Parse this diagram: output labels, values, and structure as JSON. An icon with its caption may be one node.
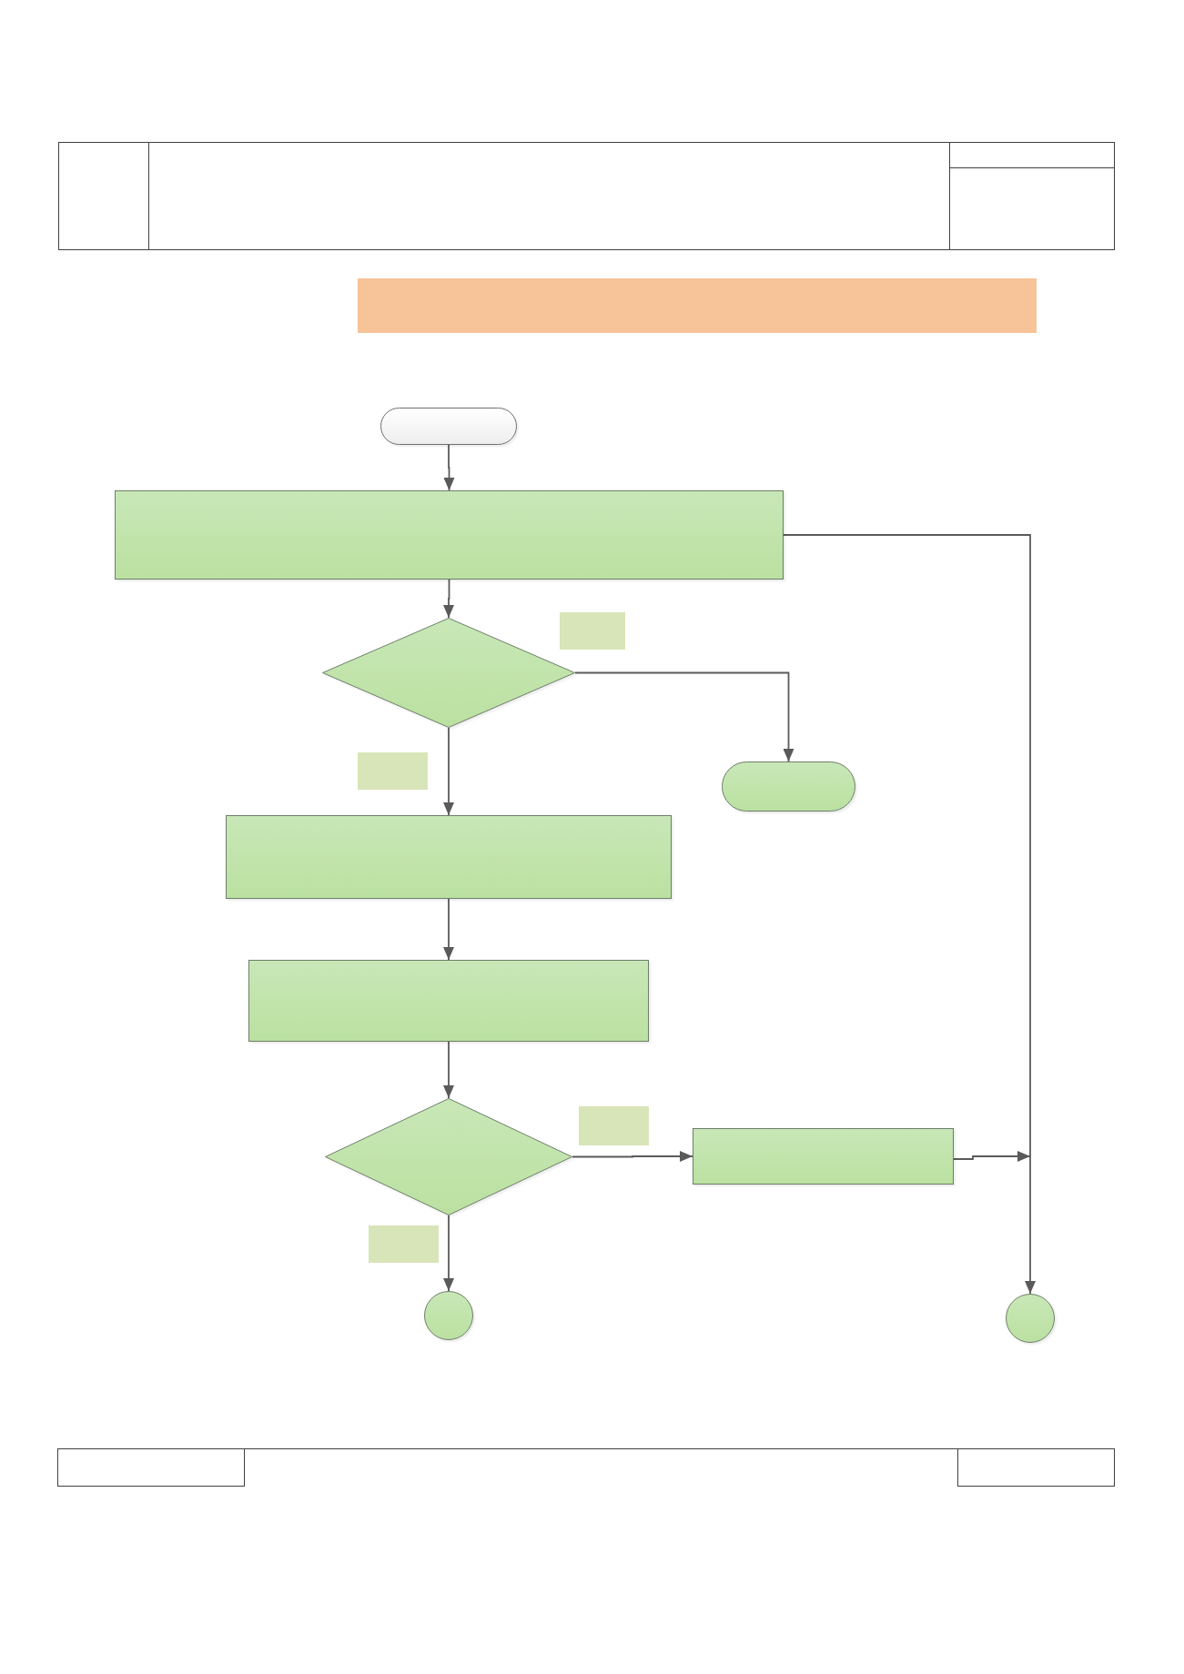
{
  "diagram": {
    "nodes": [
      {
        "text": [],
        "shape": "bar"
      },
      {
        "text": [],
        "shape": "pill"
      },
      {
        "text": [],
        "shape": "box"
      },
      {
        "text": [],
        "shape": "diamond"
      },
      {
        "text": [],
        "shape": "box"
      },
      {
        "text": [],
        "shape": "box"
      },
      {
        "text": [],
        "shape": "pill"
      },
      {
        "text": [],
        "shape": "box"
      },
      {
        "text": [],
        "shape": "box"
      },
      {
        "text": [],
        "shape": "diamond"
      },
      {
        "text": [],
        "shape": "box"
      },
      {
        "text": [],
        "shape": "box"
      },
      {
        "text": [],
        "shape": "box"
      },
      {
        "text": [],
        "shape": "circle"
      },
      {
        "text": [],
        "shape": "circle"
      }
    ],
    "edges": [
      {
        "from": 1,
        "to": 2,
        "arrow": "to"
      },
      {
        "from": 2,
        "to": 3,
        "arrow": "to"
      },
      {
        "from": 3,
        "to": 6,
        "arrow": "to"
      },
      {
        "from": 3,
        "to": 7,
        "arrow": "to"
      },
      {
        "from": 7,
        "to": 8,
        "arrow": "to"
      },
      {
        "from": 8,
        "to": 9,
        "arrow": "to"
      },
      {
        "from": 9,
        "to": 11,
        "arrow": "to"
      },
      {
        "from": 9,
        "to": 13,
        "arrow": "to"
      },
      {
        "from": 2,
        "to": 14,
        "arrow": "to"
      },
      {
        "from": 11,
        "to": 14,
        "arrow": "to"
      }
    ]
  }
}
